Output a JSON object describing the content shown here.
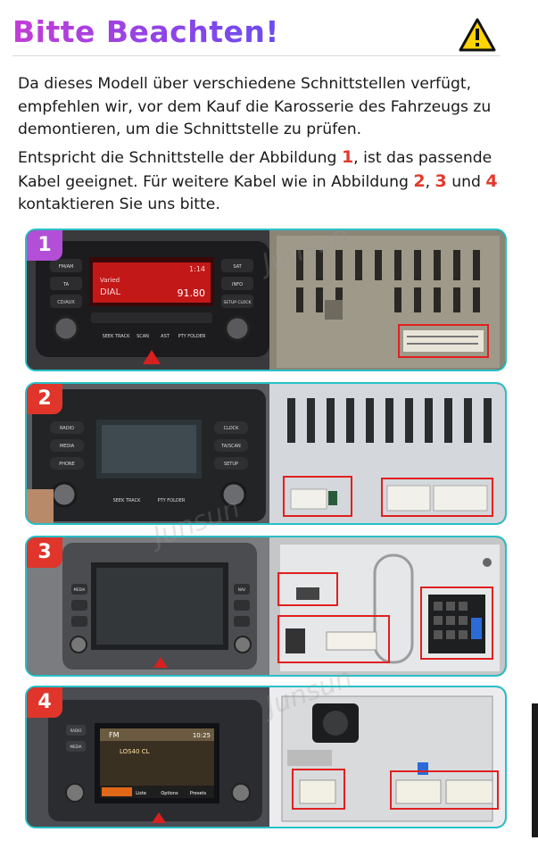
{
  "header": {
    "title": "Bitte Beachten!"
  },
  "notice": {
    "line1": "Da dieses Modell über verschiedene Schnittstellen verfügt, empfehlen wir, vor dem Kauf die Karosserie des Fahrzeugs zu demontieren, um die Schnittstelle zu prüfen.",
    "line2_a": "Entspricht die Schnittstelle der Abbildung ",
    "fig1": "1",
    "line2_b": ", ist das passende Kabel geeignet. Für weitere Kabel wie in Abbildung ",
    "fig2": "2",
    "sep": ", ",
    "fig3": "3",
    "and": " und ",
    "fig4": "4",
    "line2_c": " kontaktieren Sie uns bitte."
  },
  "figures": [
    {
      "number": "1",
      "radio": {
        "buttons_left": [
          "FM/AM",
          "TA",
          "CD/AUX"
        ],
        "buttons_right": [
          "SAT",
          "INFO",
          "SETUP CLOCK"
        ],
        "display": [
          "1:14",
          "Varied",
          "DIAL",
          "91.80"
        ],
        "bottom": [
          "SEEK TRACK",
          "SCAN",
          "AST",
          "PTY FOLDER"
        ]
      }
    },
    {
      "number": "2",
      "radio": {
        "buttons_left": [
          "RADIO",
          "MEDIA",
          "PHONE"
        ],
        "buttons_right": [
          "CLOCK",
          "TA/SCAN",
          "SETUP"
        ],
        "bottom": [
          "SEEK TRACK",
          "PTY FOLDER"
        ]
      }
    },
    {
      "number": "3",
      "radio": {
        "buttons_left": [
          "MEDIA"
        ],
        "buttons_right": [
          "NAV"
        ]
      }
    },
    {
      "number": "4",
      "radio": {
        "buttons_left": [
          "RADIO",
          "MEDIA"
        ],
        "display": [
          "FM",
          "10:25",
          "LOS40 CL"
        ],
        "bottom": [
          "Liste",
          "Options",
          "Presets"
        ]
      }
    }
  ],
  "watermark": "Junsun",
  "colors": {
    "title_start": "#c33dd8",
    "title_end": "#6b4cf0",
    "highlight_red": "#e23a2c",
    "panel_border": "#28c0c7",
    "badge_purple": "#b24fd6",
    "badge_red": "#e0352b"
  }
}
